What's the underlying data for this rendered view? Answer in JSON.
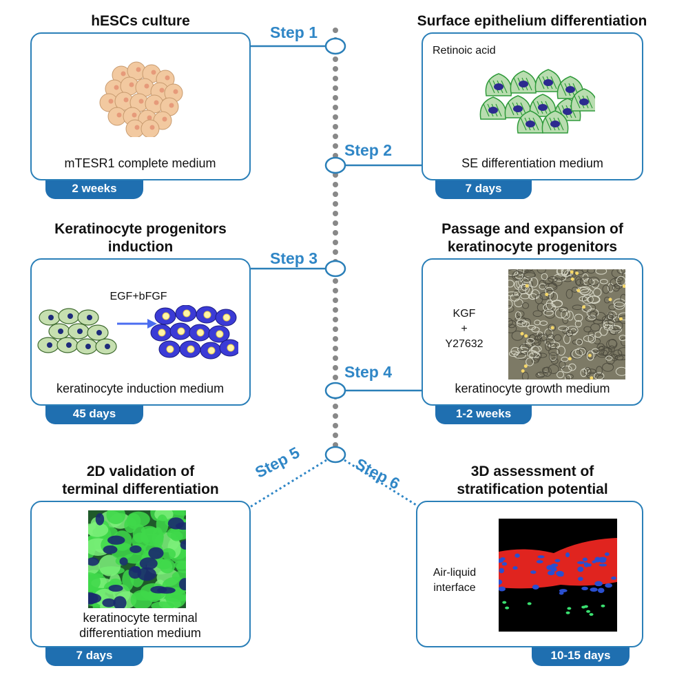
{
  "steps": [
    {
      "label": "Step 1",
      "title": "hESCs culture",
      "medium": "mTESR1 complete medium",
      "duration": "2 weeks"
    },
    {
      "label": "Step 2",
      "title": "Surface epithelium differentiation",
      "factor": "Retinoic acid",
      "medium": "SE differentiation medium",
      "duration": "7 days"
    },
    {
      "label": "Step 3",
      "title_lines": [
        "Keratinocyte progenitors",
        "induction"
      ],
      "factor": "EGF+bFGF",
      "medium": "keratinocyte induction medium",
      "duration": "45 days"
    },
    {
      "label": "Step 4",
      "title_lines": [
        "Passage and expansion of",
        "keratinocyte progenitors"
      ],
      "factor_lines": [
        "KGF",
        "+",
        "Y27632"
      ],
      "medium": "keratinocyte growth medium",
      "duration": "1-2 weeks"
    },
    {
      "label": "Step 5",
      "title_lines": [
        "2D validation of",
        "terminal differentiation"
      ],
      "medium_lines": [
        "keratinocyte terminal",
        "differentiation medium"
      ],
      "duration": "7 days"
    },
    {
      "label": "Step 6",
      "title_lines": [
        "3D assessment of",
        "stratification potential"
      ],
      "factor_lines": [
        "Air-liquid",
        "interface"
      ],
      "duration": "10-15 days"
    }
  ],
  "colors": {
    "panel_border": "#2a7fb8",
    "tab_fill": "#1f6fb0",
    "step_text": "#2f86c6",
    "timeline_dots": "#888888",
    "stem_cell": "#f2c9a0",
    "se_cell": "#b9ddb0",
    "keratinocyte": "#3b3bd6"
  },
  "icons": [
    "stem-cell-cluster-icon",
    "surface-epithelium-cells-icon",
    "progenitor-cells-icon",
    "keratinocyte-cells-icon",
    "right-arrow-icon",
    "phase-contrast-micrograph",
    "green-fluorescence-micrograph",
    "red-fluorescence-section-micrograph"
  ]
}
